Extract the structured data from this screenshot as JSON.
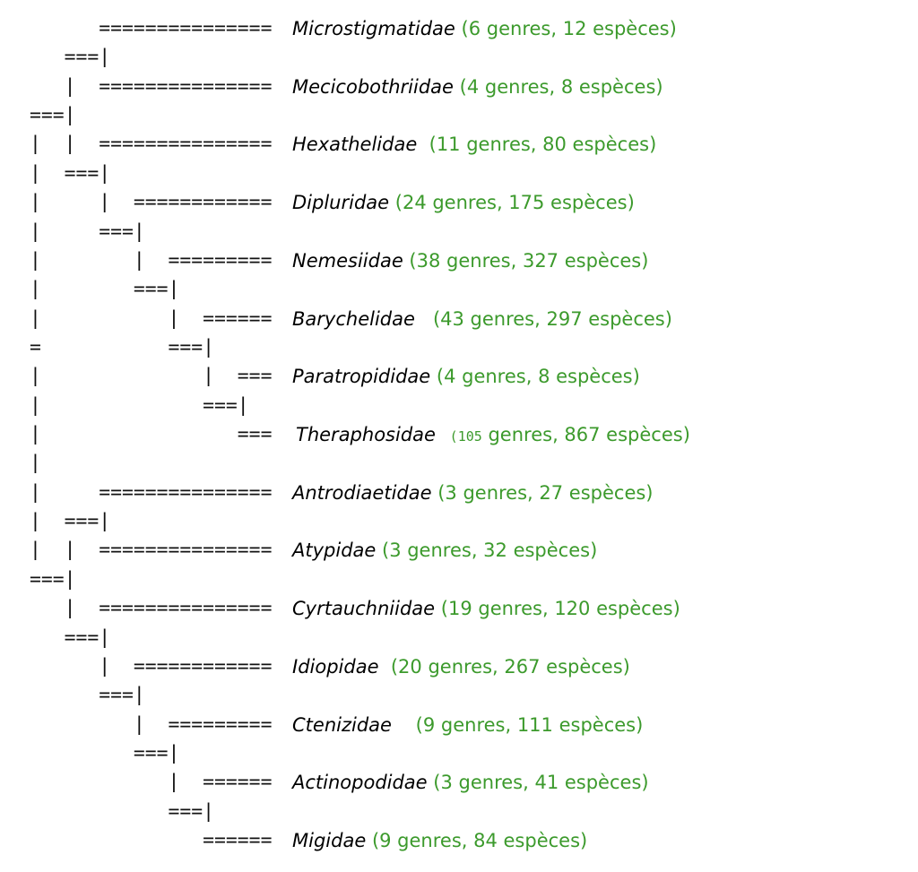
{
  "colors": {
    "name": "#000000",
    "count": "#3c9a2c",
    "tree": "#111111"
  },
  "rows": [
    {
      "tree": "      ===============",
      "name": "Microstigmatidae",
      "count": "(6 genres, 12 espèces)"
    },
    {
      "tree": "   ===|"
    },
    {
      "tree": "   |  ===============",
      "name": "Mecicobothriidae",
      "count": "(4 genres, 8 espèces)"
    },
    {
      "tree": "===|"
    },
    {
      "tree": "|  |  ===============",
      "name": "Hexathelidae",
      "count": " (11 genres, 80 espèces)"
    },
    {
      "tree": "|  ===|"
    },
    {
      "tree": "|     |  ============",
      "name": "Dipluridae",
      "count": "(24 genres, 175 espèces)"
    },
    {
      "tree": "|     ===|"
    },
    {
      "tree": "|        |  =========",
      "name": "Nemesiidae",
      "count": "(38 genres, 327 espèces)"
    },
    {
      "tree": "|        ===|"
    },
    {
      "tree": "|           |  ======",
      "name": "Barychelidae",
      "count": "  (43 genres, 297 espèces)"
    },
    {
      "tree": "=           ===|"
    },
    {
      "tree": "|              |  ===",
      "name": "Paratropididae",
      "count": "(4 genres, 8 espèces)"
    },
    {
      "tree": "|              ===|"
    },
    {
      "tree": "|                 ===",
      "name": "Theraphosidae",
      "count_mono": " (105",
      "count": " genres, 867 espèces)"
    },
    {
      "tree": "|"
    },
    {
      "tree": "|     ===============",
      "name": "Antrodiaetidae",
      "count": "(3 genres, 27 espèces)"
    },
    {
      "tree": "|  ===|"
    },
    {
      "tree": "|  |  ===============",
      "name": "Atypidae",
      "count": "(3 genres, 32 espèces)"
    },
    {
      "tree": "===|"
    },
    {
      "tree": "   |  ===============",
      "name": "Cyrtauchniidae",
      "count": "(19 genres, 120 espèces)"
    },
    {
      "tree": "   ===|"
    },
    {
      "tree": "      |  ============",
      "name": "Idiopidae",
      "count": " (20 genres, 267 espèces)"
    },
    {
      "tree": "      ===|"
    },
    {
      "tree": "         |  =========",
      "name": "Ctenizidae",
      "count": "   (9 genres, 111 espèces)"
    },
    {
      "tree": "         ===|"
    },
    {
      "tree": "            |  ======",
      "name": "Actinopodidae",
      "count": "(3 genres, 41 espèces)"
    },
    {
      "tree": "            ===|"
    },
    {
      "tree": "               ======",
      "name": "Migidae",
      "count": "(9 genres, 84 espèces)"
    }
  ]
}
